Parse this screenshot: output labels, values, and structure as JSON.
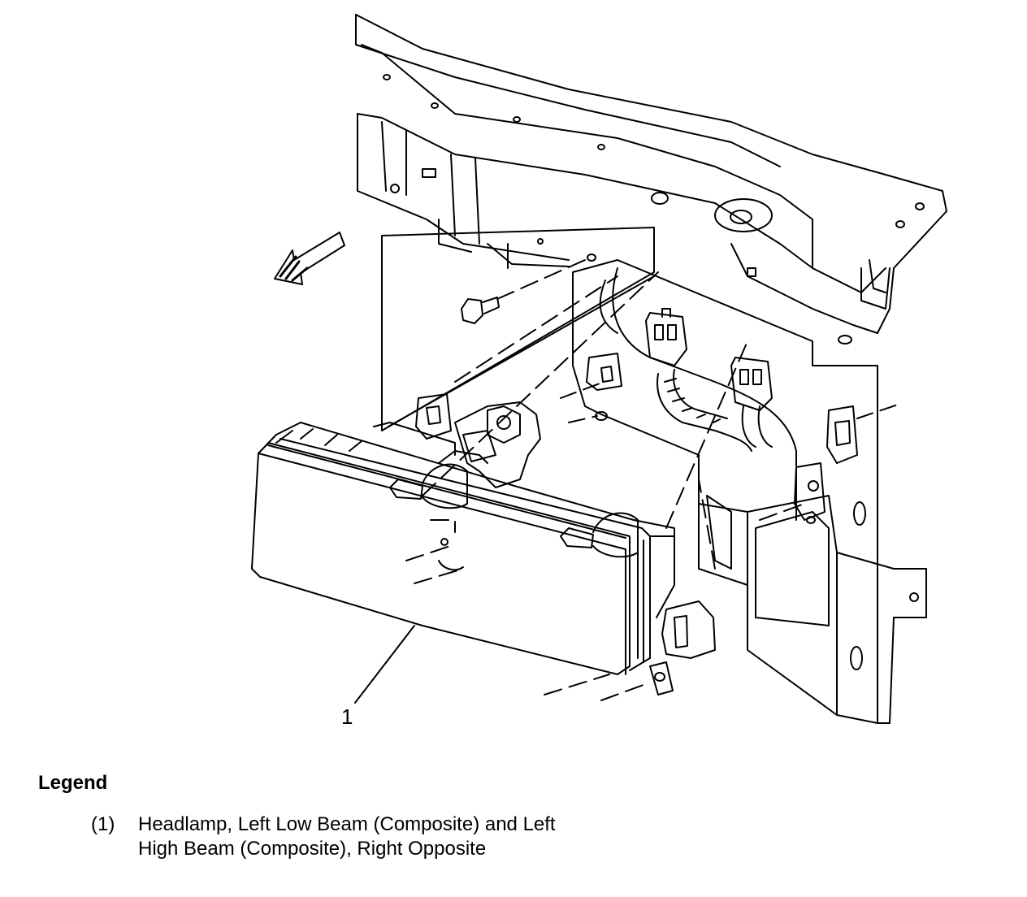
{
  "diagram": {
    "callouts": [
      {
        "id": "1",
        "label": "1"
      }
    ]
  },
  "legend": {
    "title": "Legend",
    "items": [
      {
        "number": "(1)",
        "text": "Headlamp, Left Low Beam (Composite) and Left High Beam (Composite), Right Opposite"
      }
    ]
  }
}
